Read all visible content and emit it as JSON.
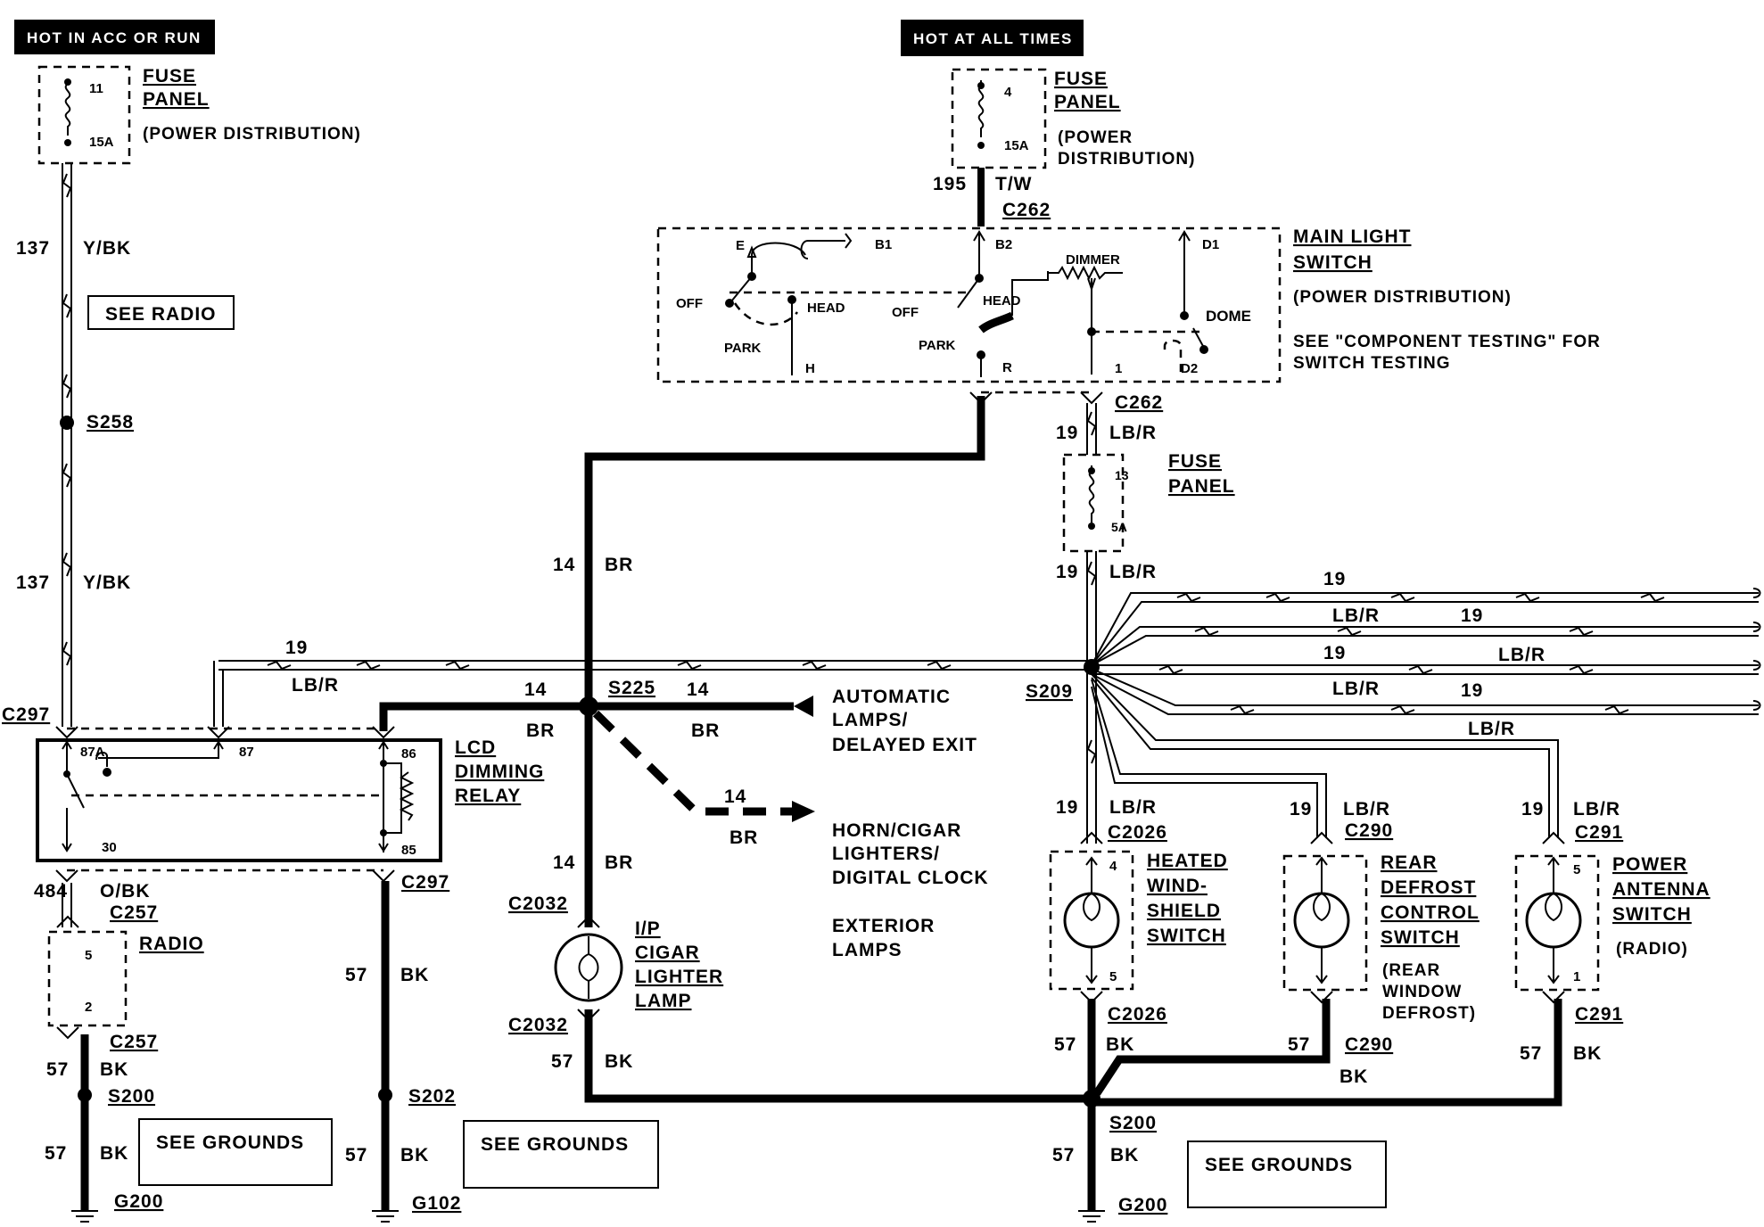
{
  "headers": {
    "acc_run": "HOT IN ACC OR RUN",
    "all_times": "HOT AT ALL TIMES"
  },
  "fuse_left": {
    "num": "11",
    "amps": "15A",
    "title1": "FUSE",
    "title2": "PANEL",
    "sub": "(POWER DISTRIBUTION)"
  },
  "fuse_top": {
    "num": "4",
    "amps": "15A",
    "title1": "FUSE",
    "title2": "PANEL",
    "sub1": "(POWER",
    "sub2": "DISTRIBUTION)"
  },
  "fuse_mid": {
    "num": "13",
    "amps": "5A",
    "title1": "FUSE",
    "title2": "PANEL"
  },
  "main_switch": {
    "title1": "MAIN LIGHT",
    "title2": "SWITCH",
    "sub": "(POWER DISTRIBUTION)",
    "note1": "SEE \"COMPONENT TESTING\" FOR",
    "note2": "SWITCH TESTING",
    "pins": {
      "e": "E",
      "b1": "B1",
      "b2": "B2",
      "d1": "D1",
      "d2": "D2",
      "h": "H",
      "r": "R",
      "one": "1"
    },
    "pos": {
      "off1": "OFF",
      "head1": "HEAD",
      "park1": "PARK",
      "off2": "OFF",
      "head2": "HEAD",
      "park2": "PARK",
      "dimmer": "DIMMER",
      "dome": "DOME"
    }
  },
  "relay": {
    "title1": "LCD",
    "title2": "DIMMING",
    "title3": "RELAY",
    "p87a": "87A",
    "p87": "87",
    "p86": "86",
    "p85": "85",
    "p30": "30"
  },
  "radio": {
    "title": "RADIO",
    "p5": "5",
    "p2": "2"
  },
  "cigar_lamp": {
    "l1": "I/P",
    "l2": "CIGAR",
    "l3": "LIGHTER",
    "l4": "LAMP"
  },
  "heated": {
    "l1": "HEATED",
    "l2": "WIND-",
    "l3": "SHIELD",
    "l4": "SWITCH",
    "p4": "4",
    "p5": "5"
  },
  "rear_defrost": {
    "l1": "REAR",
    "l2": "DEFROST",
    "l3": "CONTROL",
    "l4": "SWITCH",
    "s1": "(REAR",
    "s2": "WINDOW",
    "s3": "DEFROST)"
  },
  "antenna": {
    "l1": "POWER",
    "l2": "ANTENNA",
    "l3": "SWITCH",
    "s1": "(RADIO)",
    "p5": "5",
    "p1": "1"
  },
  "destinations": {
    "auto1": "AUTOMATIC",
    "auto2": "LAMPS/",
    "auto3": "DELAYED EXIT",
    "horn1": "HORN/CIGAR",
    "horn2": "LIGHTERS/",
    "horn3": "DIGITAL CLOCK",
    "ext1": "EXTERIOR",
    "ext2": "LAMPS"
  },
  "refs": {
    "see_radio": "SEE RADIO",
    "see_grounds": "SEE GROUNDS"
  },
  "connectors": {
    "c262": "C262",
    "c297": "C297",
    "c257": "C257",
    "c2032": "C2032",
    "c2026": "C2026",
    "c290": "C290",
    "c291": "C291"
  },
  "splices": {
    "s258": "S258",
    "s225": "S225",
    "s209": "S209",
    "s200": "S200",
    "s202": "S202"
  },
  "grounds": {
    "g200": "G200",
    "g102": "G102"
  },
  "wires": {
    "n137": "137",
    "ybk": "Y/BK",
    "n195": "195",
    "tw": "T/W",
    "n19": "19",
    "lbr": "LB/R",
    "n14": "14",
    "br": "BR",
    "n484": "484",
    "obk": "O/BK",
    "n57": "57",
    "bk": "BK"
  },
  "colors": {
    "ink": "#000000",
    "paper": "#ffffff"
  }
}
